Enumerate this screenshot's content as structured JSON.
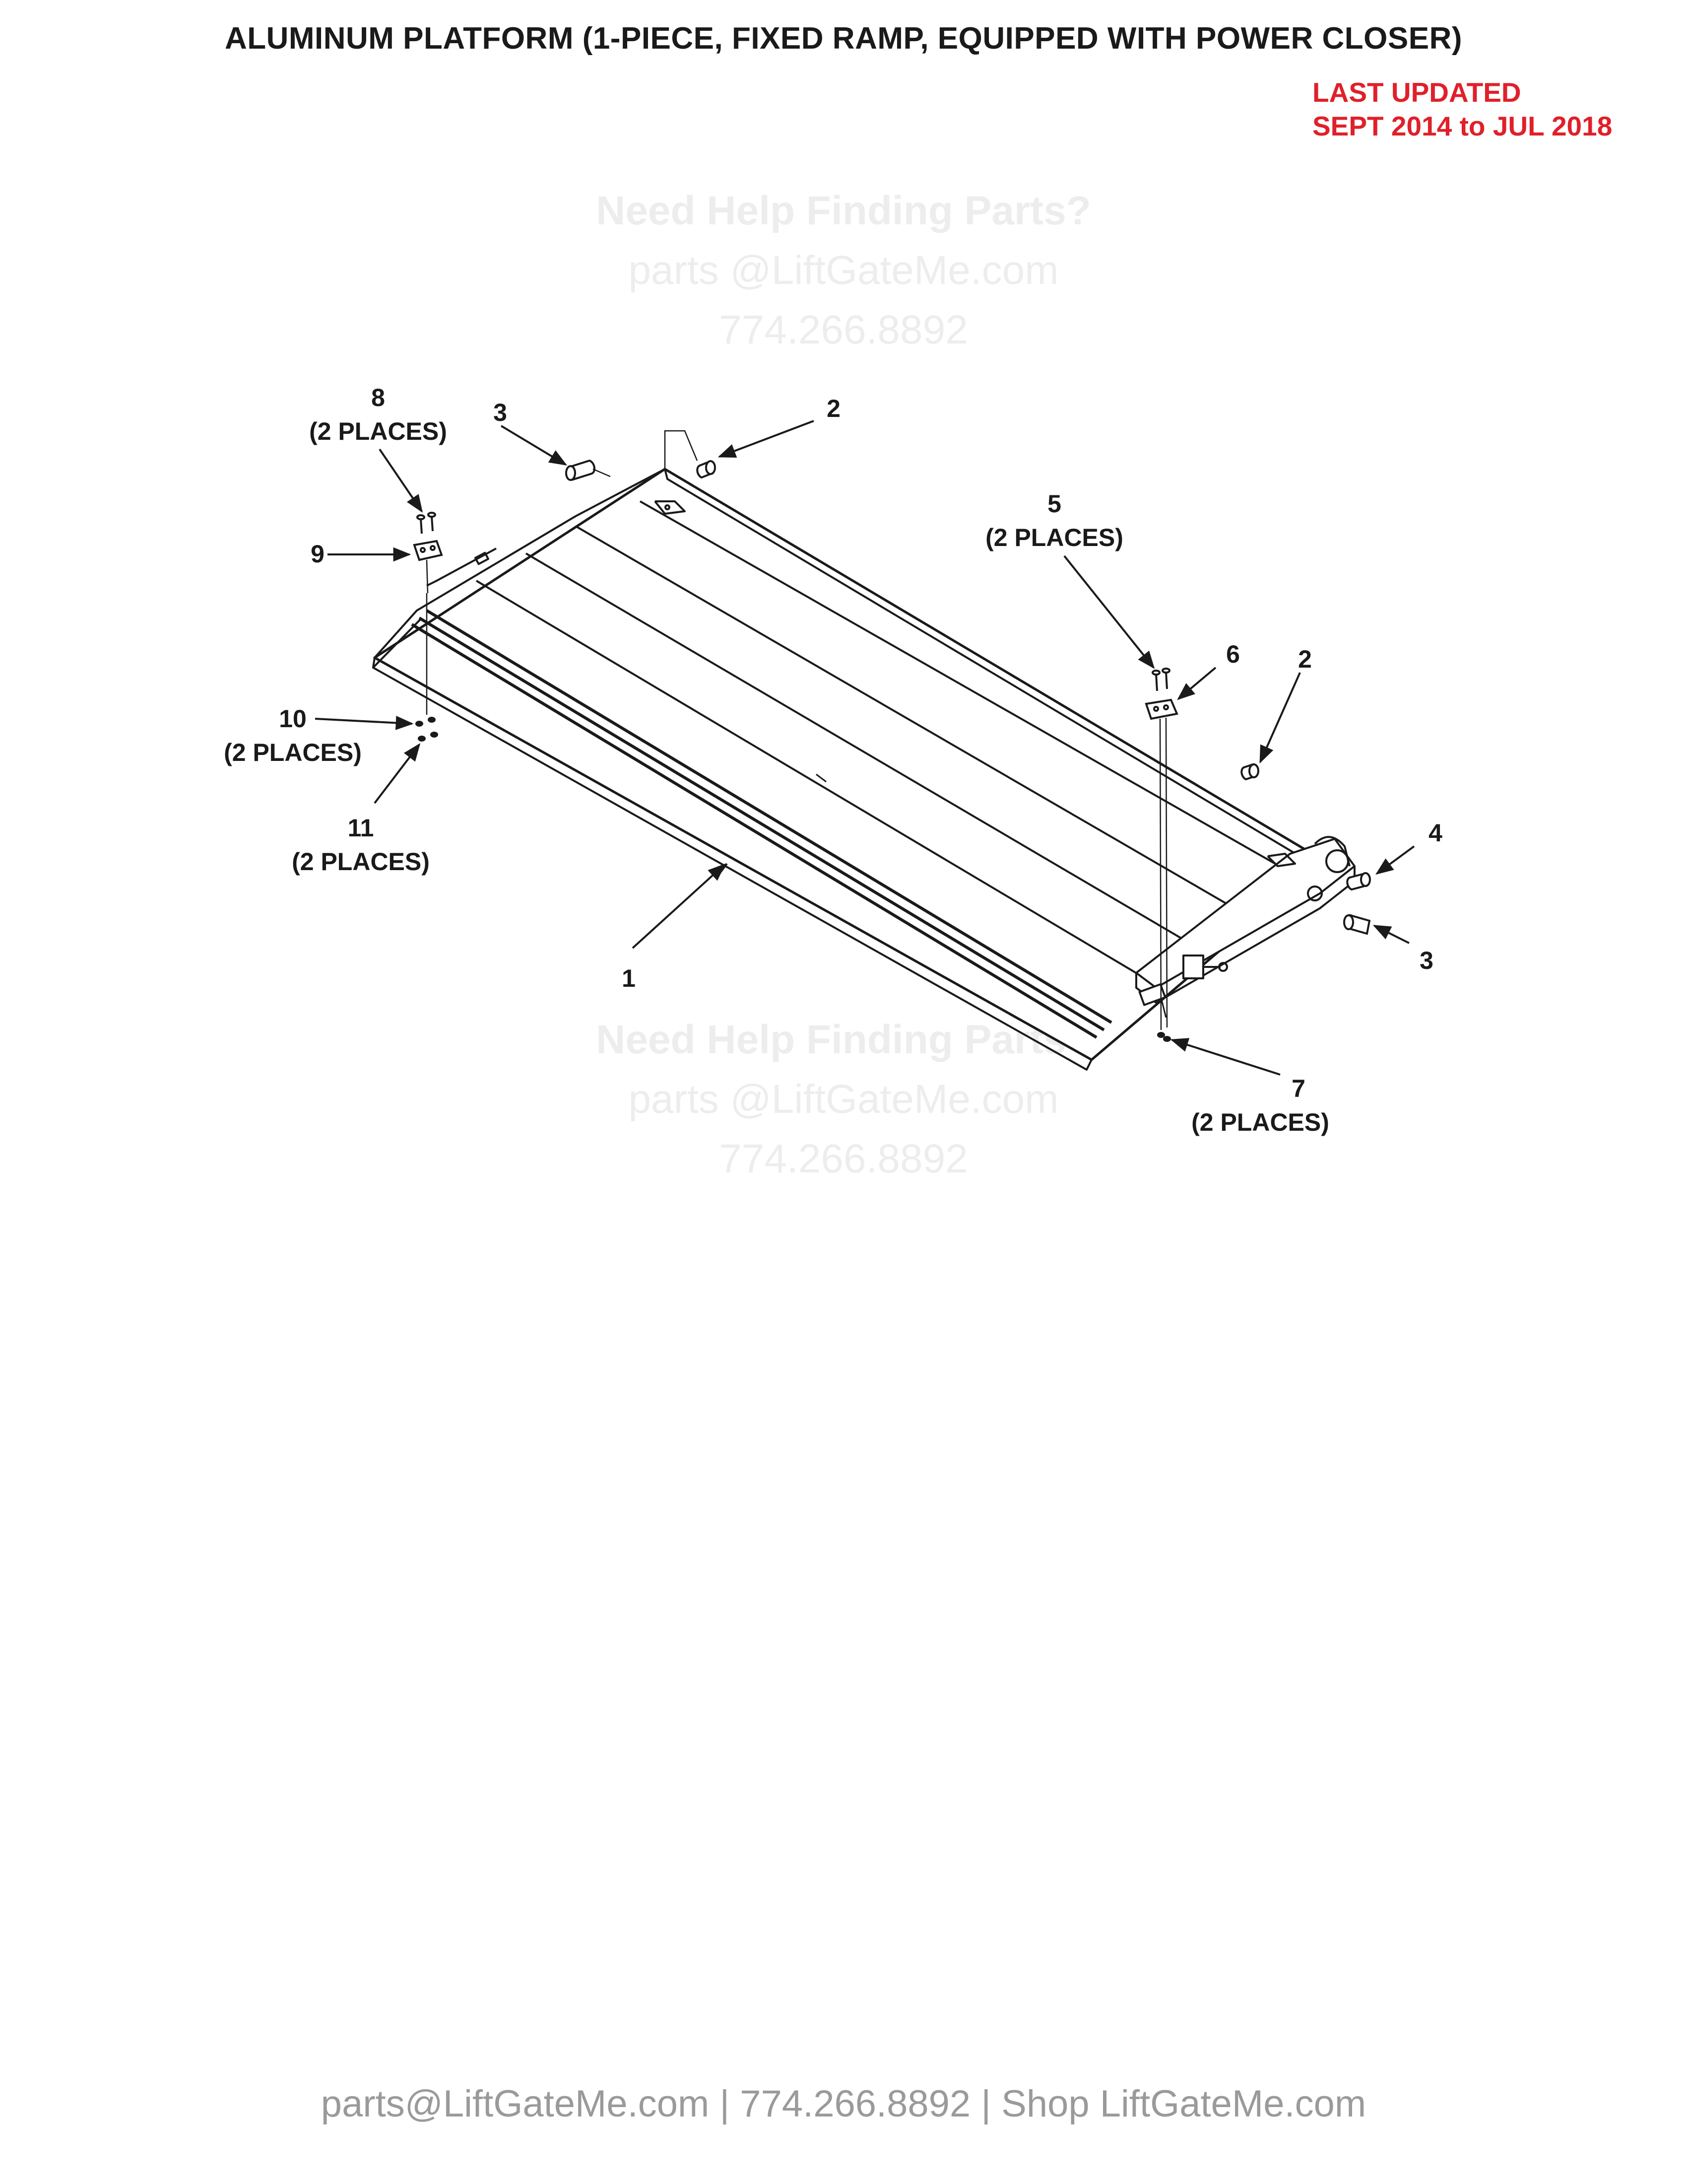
{
  "title": "ALUMINUM PLATFORM (1-PIECE, FIXED RAMP, EQUIPPED WITH POWER CLOSER)",
  "last_updated": {
    "line1": "LAST UPDATED",
    "line2": "SEPT 2014 to JUL 2018"
  },
  "watermark": {
    "line1": "Need Help Finding Parts?",
    "line2": "parts @LiftGateMe.com",
    "line3": "774.266.8892"
  },
  "callouts": [
    {
      "number": "1",
      "qty": ""
    },
    {
      "number": "2",
      "qty": ""
    },
    {
      "number": "2",
      "qty": ""
    },
    {
      "number": "3",
      "qty": ""
    },
    {
      "number": "3",
      "qty": ""
    },
    {
      "number": "4",
      "qty": ""
    },
    {
      "number": "5",
      "qty": "(2 PLACES)"
    },
    {
      "number": "6",
      "qty": ""
    },
    {
      "number": "7",
      "qty": "(2 PLACES)"
    },
    {
      "number": "8",
      "qty": "(2 PLACES)"
    },
    {
      "number": "9",
      "qty": ""
    },
    {
      "number": "10",
      "qty": "(2 PLACES)"
    },
    {
      "number": "11",
      "qty": "(2 PLACES)"
    }
  ],
  "footer": "parts@LiftGateMe.com | 774.266.8892 | Shop LiftGateMe.com",
  "colors": {
    "title": "#1a1a1a",
    "last_updated": "#e0202a",
    "watermark": "#ededed",
    "footer": "#9a9a9a",
    "line_art": "#1a1a1a"
  }
}
